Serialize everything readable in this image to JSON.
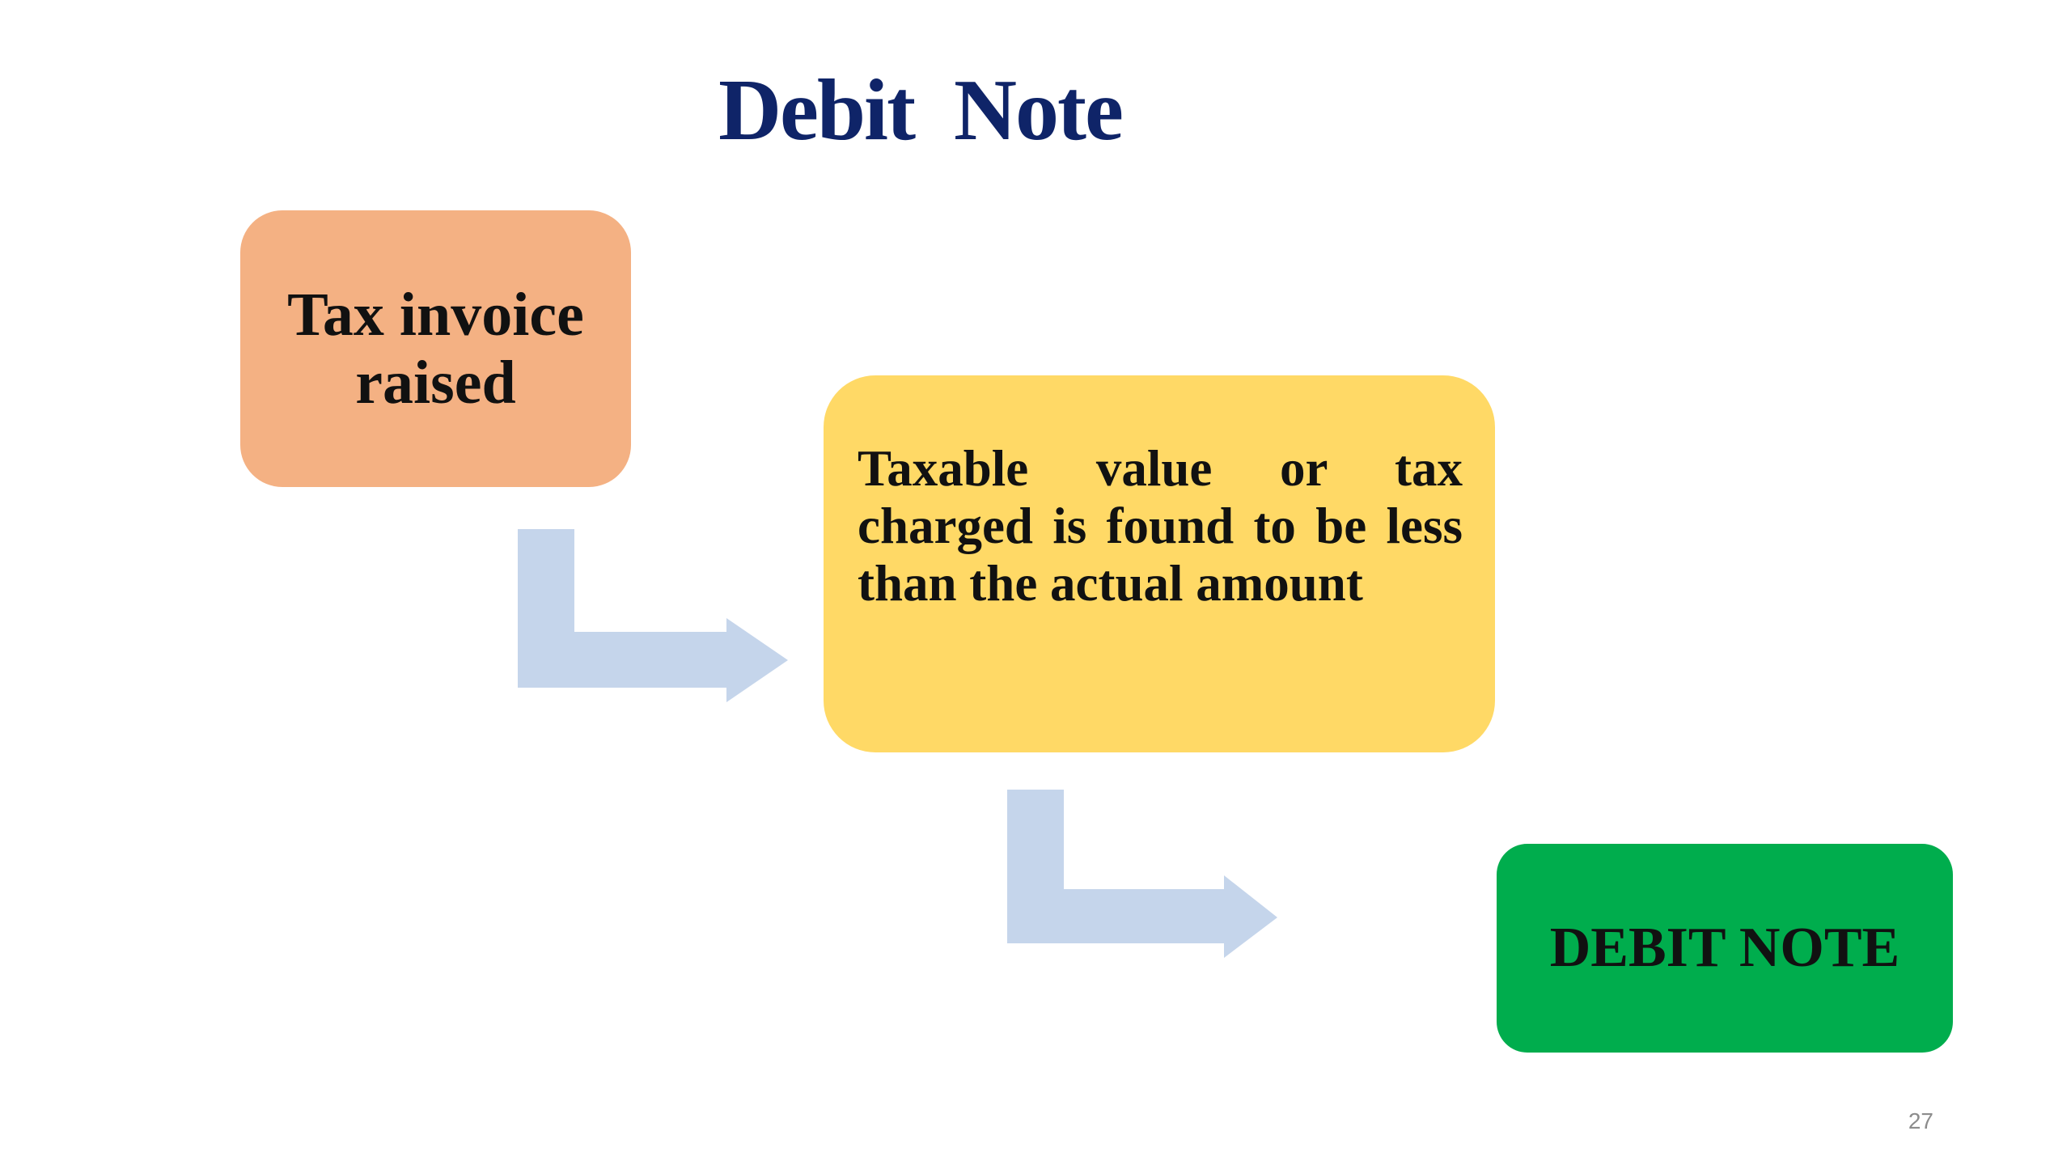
{
  "slide": {
    "title": "Debit Note",
    "page_number": "27"
  },
  "flow": {
    "steps": [
      {
        "text": "Tax invoice raised",
        "color": "#f4b183"
      },
      {
        "text": "Taxable value or tax charged is found to be less than the actual amount",
        "color": "#ffd966"
      },
      {
        "text": "DEBIT NOTE",
        "color": "#00ad4d"
      }
    ],
    "connector_color": "#c5d5eb"
  }
}
